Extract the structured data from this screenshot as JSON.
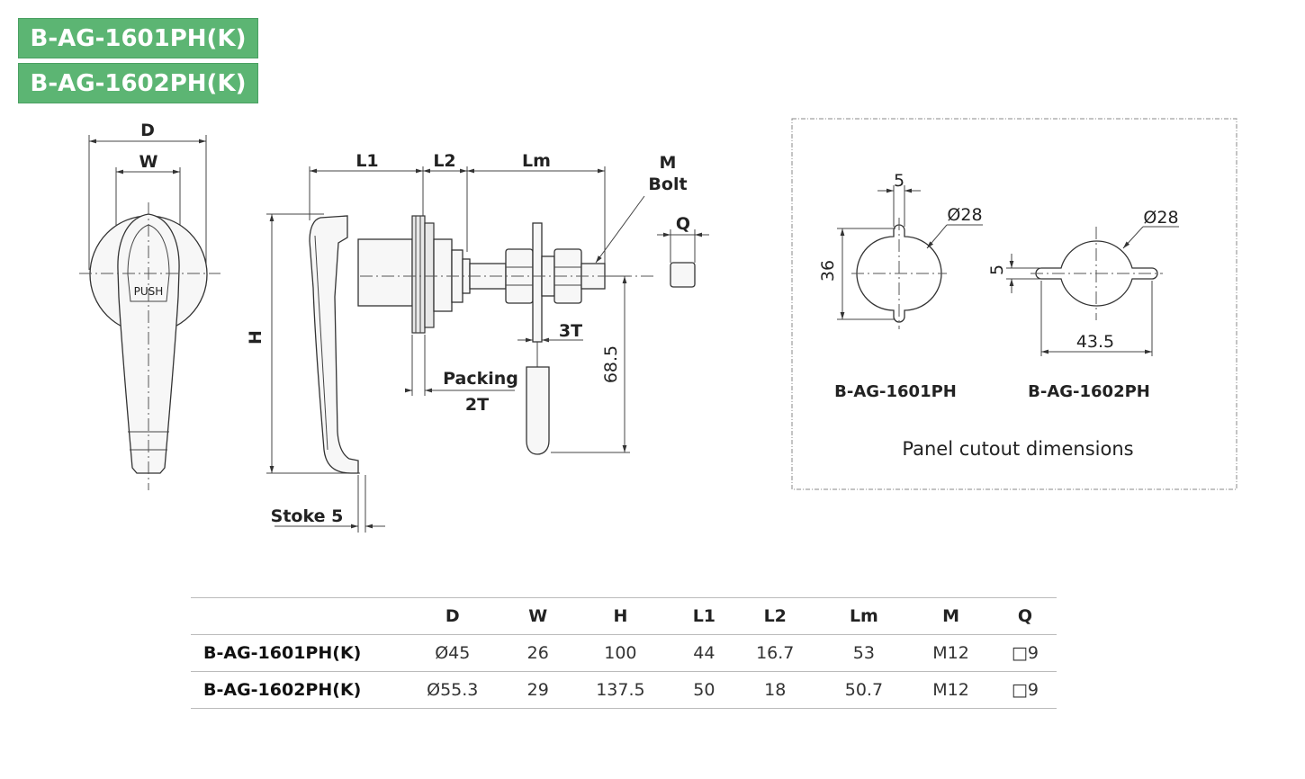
{
  "badges": [
    "B-AG-1601PH(K)",
    "B-AG-1602PH(K)"
  ],
  "diagram": {
    "dimensions": {
      "D": "D",
      "W": "W",
      "L1": "L1",
      "L2": "L2",
      "Lm": "Lm",
      "M": "M",
      "bolt": "Bolt",
      "Q": "Q",
      "H": "H",
      "stroke": "Stoke 5",
      "thickness": "3T",
      "packing": "Packing",
      "packing_thickness": "2T",
      "depth": "68.5"
    },
    "handle_text": "PUSH",
    "panel": {
      "title": "Panel cutout dimensions",
      "cutout1": {
        "label": "B-AG-1601PH",
        "diameter": "Ø28",
        "tab": "5",
        "height": "36"
      },
      "cutout2": {
        "label": "B-AG-1602PH",
        "diameter": "Ø28",
        "slot": "5",
        "length": "43.5"
      }
    }
  },
  "table": {
    "headers": [
      "",
      "D",
      "W",
      "H",
      "L1",
      "L2",
      "Lm",
      "M",
      "Q"
    ],
    "rows": [
      [
        "B-AG-1601PH(K)",
        "Ø45",
        "26",
        "100",
        "44",
        "16.7",
        "53",
        "M12",
        "□9"
      ],
      [
        "B-AG-1602PH(K)",
        "Ø55.3",
        "29",
        "137.5",
        "50",
        "18",
        "50.7",
        "M12",
        "□9"
      ]
    ]
  }
}
